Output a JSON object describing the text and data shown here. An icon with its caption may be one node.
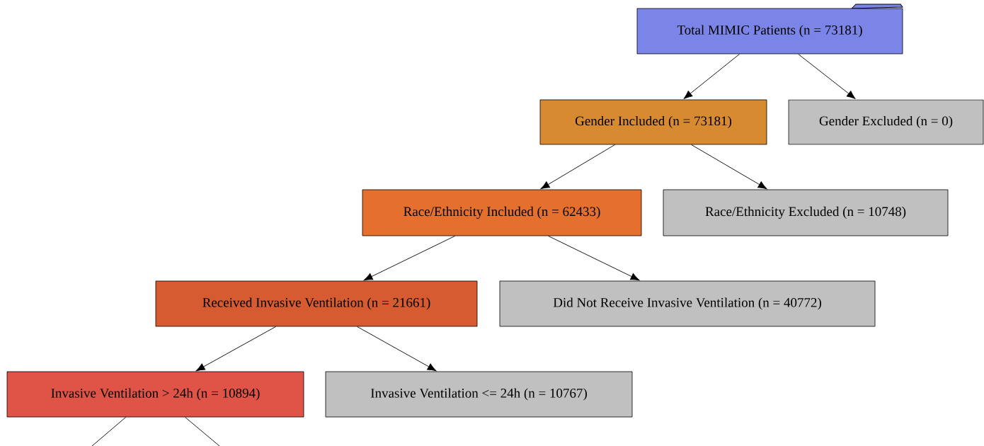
{
  "diagram": {
    "nodes": [
      {
        "text": [
          "Total MIMIC Patients (n = 73181)"
        ]
      },
      {
        "text": [
          "Gender Included (n = 73181)"
        ]
      },
      {
        "text": [
          "Gender Excluded (n = 0)"
        ]
      },
      {
        "text": [
          "Race/Ethnicity Included (n = 62433)"
        ]
      },
      {
        "text": [
          "Race/Ethnicity Excluded (n = 10748)"
        ]
      },
      {
        "text": [
          "Received Invasive Ventilation (n = 21661)"
        ]
      },
      {
        "text": [
          "Did Not Receive Invasive Ventilation (n = 40772)"
        ]
      },
      {
        "text": [
          "Invasive Ventilation > 24h (n = 10894)"
        ]
      },
      {
        "text": [
          "Invasive Ventilation <= 24h (n = 10767)"
        ]
      }
    ],
    "edges": [
      {
        "from": 0,
        "to": 1,
        "arrow": "to"
      },
      {
        "from": 0,
        "to": 2,
        "arrow": "to"
      },
      {
        "from": 1,
        "to": 3,
        "arrow": "to"
      },
      {
        "from": 1,
        "to": 4,
        "arrow": "to"
      },
      {
        "from": 3,
        "to": 5,
        "arrow": "to"
      },
      {
        "from": 3,
        "to": 6,
        "arrow": "to"
      },
      {
        "from": 5,
        "to": 7,
        "arrow": "to"
      },
      {
        "from": 5,
        "to": 8,
        "arrow": "to"
      },
      {
        "from": 7,
        "to": null,
        "arrow": "none"
      },
      {
        "from": 7,
        "to": null,
        "arrow": "none"
      }
    ]
  }
}
